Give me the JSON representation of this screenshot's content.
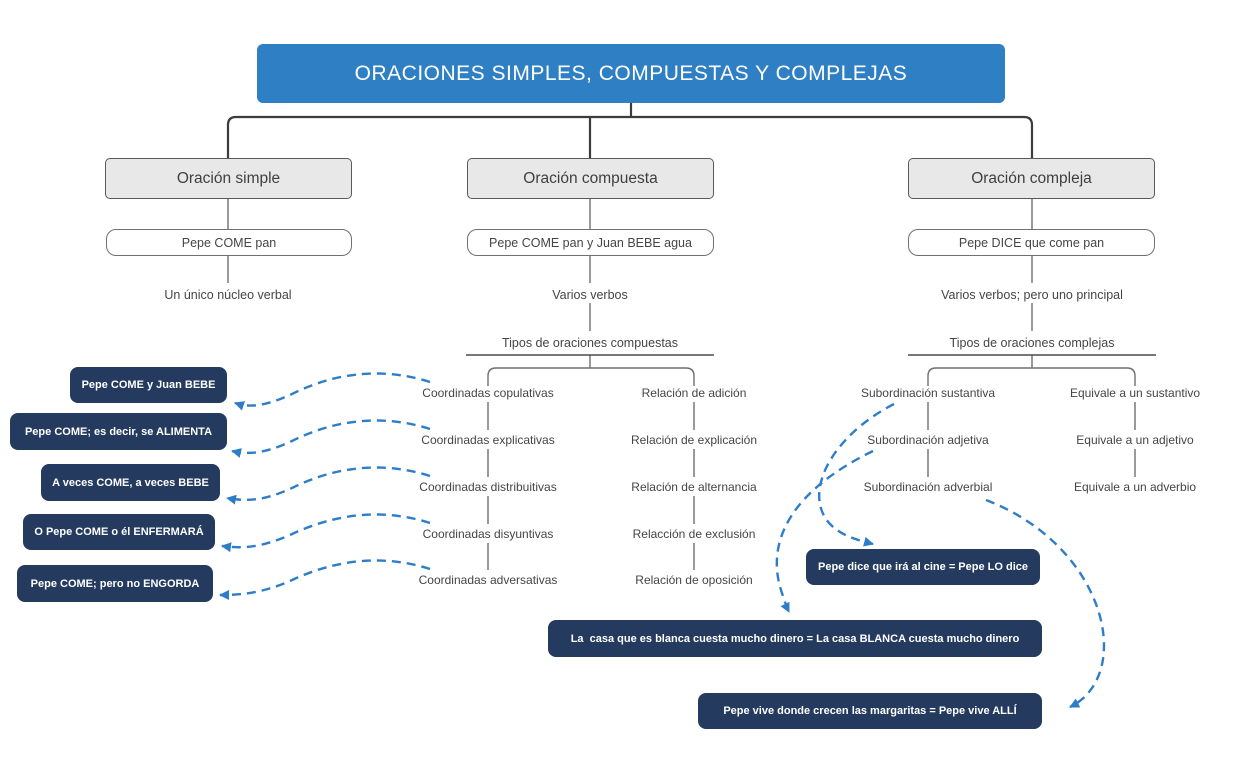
{
  "title": "ORACIONES SIMPLES, COMPUESTAS Y COMPLEJAS",
  "colors": {
    "banner_blue": "#2E7FC4",
    "header_gray": "#E8E8E8",
    "example_navy": "#243A5E",
    "arrow_blue": "#2E7DC8",
    "line_gray": "#6E6E6E"
  },
  "branches": [
    {
      "header": "Oración simple",
      "example": "Pepe COME pan",
      "description": "Un único núcleo verbal"
    },
    {
      "header": "Oración compuesta",
      "example": "Pepe COME pan y Juan BEBE agua",
      "description": "Varios verbos",
      "types_label": "Tipos de oraciones compuestas",
      "types": [
        "Coordinadas copulativas",
        "Coordinadas explicativas",
        "Coordinadas distribuitivas",
        "Coordinadas disyuntivas",
        "Coordinadas adversativas"
      ],
      "relations": [
        "Relación de adición",
        "Relación de explicación",
        "Relación de alternancia",
        "Relacción de exclusión",
        "Relación de oposición"
      ]
    },
    {
      "header": "Oración compleja",
      "example": "Pepe DICE que come pan",
      "description": "Varios verbos; pero uno principal",
      "types_label": "Tipos de oraciones complejas",
      "types": [
        "Subordinación sustantiva",
        "Subordinación adjetiva",
        "Subordinación adverbial"
      ],
      "relations": [
        "Equivale a un sustantivo",
        "Equivale a un adjetivo",
        "Equivale a un adverbio"
      ]
    }
  ],
  "compound_examples": [
    "Pepe COME y Juan BEBE",
    "Pepe COME; es decir, se ALIMENTA",
    "A veces COME, a veces BEBE",
    "O Pepe COME o él ENFERMARÁ",
    "Pepe COME; pero no ENGORDA"
  ],
  "complex_examples": [
    "Pepe dice que irá al cine = Pepe LO dice",
    "La  casa que es blanca cuesta mucho dinero = La casa BLANCA cuesta mucho dinero",
    "Pepe vive donde crecen las margaritas = Pepe vive ALLÍ"
  ]
}
